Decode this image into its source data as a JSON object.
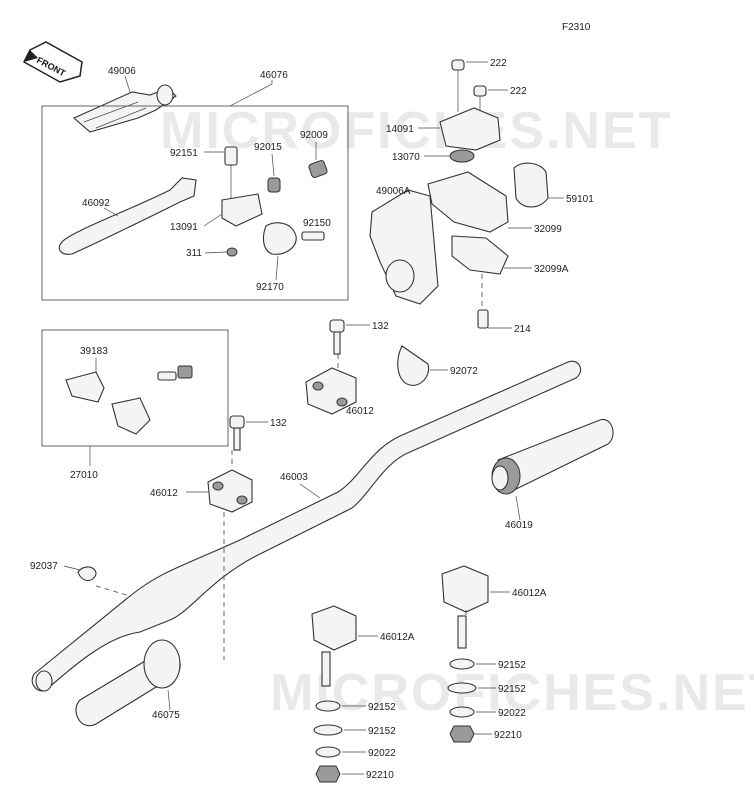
{
  "diagram": {
    "figure_code": "F2310",
    "front_arrow_text": "FRONT",
    "watermark_text": "MICROFICHES.NET",
    "labels": {
      "p49006": "49006",
      "p46076": "46076",
      "p92009": "92009",
      "p92151": "92151",
      "p92015": "92015",
      "p46092": "46092",
      "p13091": "13091",
      "p92150": "92150",
      "p311": "311",
      "p92170": "92170",
      "p222a": "222",
      "p222b": "222",
      "p14091": "14091",
      "p13070": "13070",
      "p49006A": "49006A",
      "p59101": "59101",
      "p32099": "32099",
      "p32099A": "32099A",
      "p214": "214",
      "p132a": "132",
      "p92072": "92072",
      "p39183": "39183",
      "p46012a": "46012",
      "p27010": "27010",
      "p132b": "132",
      "p46003": "46003",
      "p46012b": "46012",
      "p46019": "46019",
      "p92037": "92037",
      "p46012Ab": "46012A",
      "p46012Aa": "46012A",
      "p46075": "46075",
      "p92152a": "92152",
      "p92152b": "92152",
      "p92022a": "92022",
      "p92210a": "92210",
      "p92152c": "92152",
      "p92152d": "92152",
      "p92022b": "92022",
      "p92210b": "92210"
    }
  }
}
